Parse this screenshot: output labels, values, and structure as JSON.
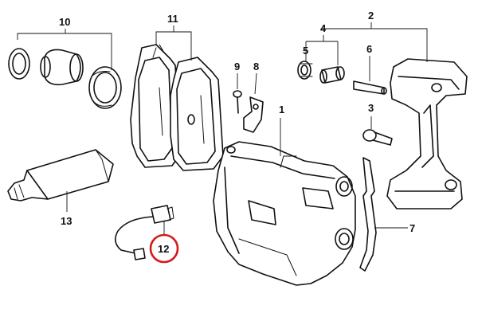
{
  "labels": {
    "p1": "1",
    "p2": "2",
    "p3": "3",
    "p4": "4",
    "p5": "5",
    "p6": "6",
    "p7": "7",
    "p8": "8",
    "p9": "9",
    "p10": "10",
    "p11": "11",
    "p12": "12",
    "p13": "13"
  },
  "highlight": {
    "part": "12",
    "color": "#d21a1a"
  }
}
